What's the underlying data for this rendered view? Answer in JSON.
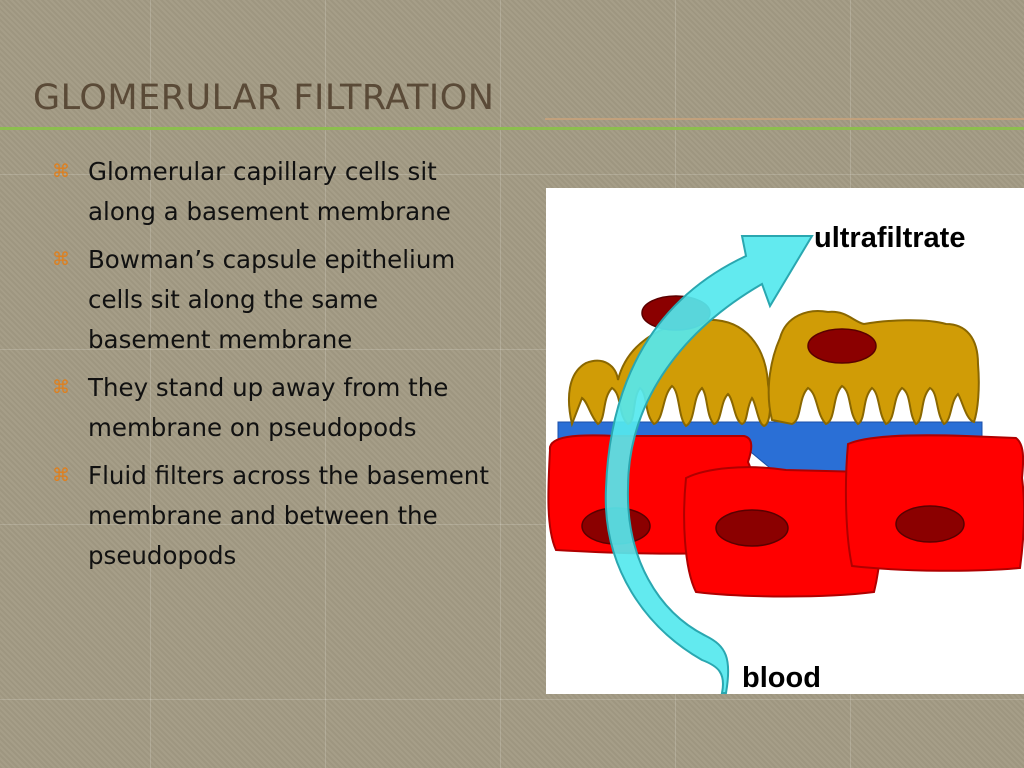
{
  "slide": {
    "title": "GLOMERULAR FILTRATION",
    "accent_color": "#8dbe4f",
    "bullet_color": "#e07f1c",
    "bullet_icon": "x-bullet-icon"
  },
  "bullets": [
    {
      "runs": [
        {
          "text": "Glomerular capillary cells",
          "bold": true
        },
        {
          "text": " sit along a ",
          "bold": false
        },
        {
          "text": "basement membrane",
          "bold": true
        }
      ]
    },
    {
      "runs": [
        {
          "text": "Bowman’s capsule epithelium cells",
          "bold": true
        },
        {
          "text": " sit along the same ",
          "bold": false
        },
        {
          "text": "basement membrane",
          "bold": true
        }
      ]
    },
    {
      "runs": [
        {
          "text": "They stand up away from the membrane on pseudopods",
          "bold": false
        }
      ]
    },
    {
      "runs": [
        {
          "text": "Fluid",
          "bold": true
        },
        {
          "text": " filters across the ",
          "bold": false
        },
        {
          "text": "basement membrane",
          "bold": true
        },
        {
          "text": " and between the pseudopods",
          "bold": false
        }
      ]
    }
  ],
  "diagram": {
    "label_top": "ultrafiltrate",
    "label_bottom": "blood",
    "colors": {
      "podocyte": "#d09c06",
      "nucleus": "#8b0000",
      "membrane": "#2a6fd6",
      "capillary_cell": "#ff0000",
      "arrow": "#55e8ee"
    }
  }
}
